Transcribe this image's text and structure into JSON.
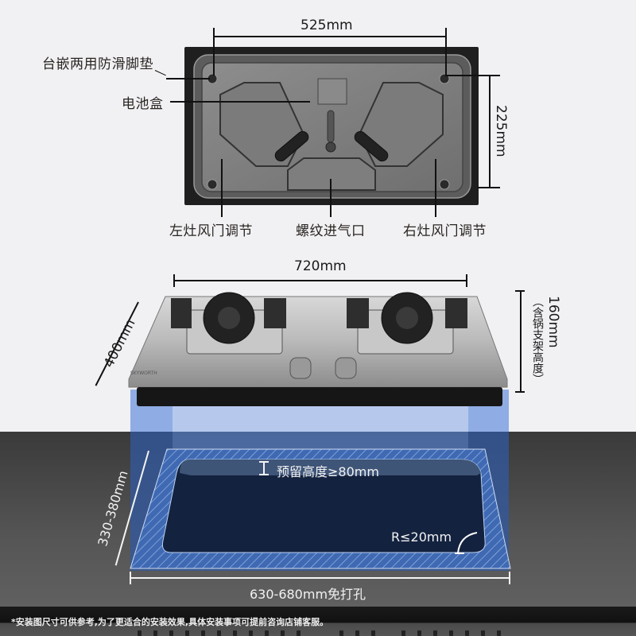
{
  "top_view": {
    "width_dim": "525mm",
    "height_dim": "225mm",
    "callouts": {
      "anti_slip_pad": "台嵌两用防滑脚垫",
      "battery_box": "电池盒",
      "left_air_door": "左灶风门调节",
      "thread_inlet": "螺纹进气口",
      "right_air_door": "右灶风门调节"
    }
  },
  "front_view": {
    "width_dim": "720mm",
    "depth_dim": "400mm",
    "height_dim": "160mm",
    "height_note": "（含锅支架高度）",
    "brand_mark": "SKYWORTH"
  },
  "cutout": {
    "clearance": "预留高度≥80mm",
    "radius": "R≤20mm",
    "depth_range": "330-380mm",
    "width_range": "630-680mm免打孔"
  },
  "footer": {
    "note": "*安装图尺寸可供参考,为了更适合的安装效果,具体安装事项可提前咨询店铺客服。"
  },
  "colors": {
    "background": "#f1f1f3",
    "countertop": "#4a4a4a",
    "cutout_blue": "#3f6ab3",
    "cutout_hole": "#13223f",
    "projection_light": "#b4c8ec",
    "projection_mid": "#8faee4"
  }
}
